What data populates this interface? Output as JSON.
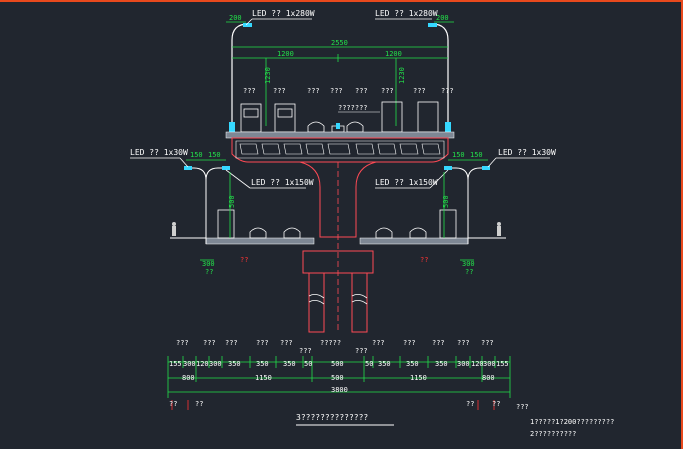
{
  "labels": {
    "led_top_left": "LED ?? 1x280W",
    "led_top_right": "LED ?? 1x280W",
    "led_mid_left": "LED ?? 1x30W",
    "led_mid_right": "LED ?? 1x30W",
    "led_low_left": "LED ?? 1x150W",
    "led_low_right": "LED ?? 1x150W",
    "deck_center": "???????",
    "section_title": "3??????????????",
    "note_line1": "1?????1?200?????????",
    "note_line2": "2??????????",
    "note_mark": "???"
  },
  "upper_dims": {
    "w200_left": "200",
    "w200_right": "200",
    "total": "2550",
    "half_left": "1200",
    "half_right": "1200",
    "h1_left": "1230",
    "h1_right": "1230"
  },
  "side_dims": {
    "left_a": "150",
    "left_b": "150",
    "right_a": "150",
    "right_b": "150",
    "pole_left": "500",
    "pole_right": "500",
    "base_left": "300",
    "base_right": "300"
  },
  "upper_lane_labels": [
    "???",
    "???",
    "???",
    "???",
    "???",
    "???",
    "???",
    "???"
  ],
  "lower_lane_labels": [
    "???",
    "???",
    "???",
    "???",
    "???",
    "???",
    "?????",
    "???",
    "???",
    "???",
    "???",
    "???"
  ],
  "lower_lane_label_mid": "???",
  "red_marks": [
    "??",
    "??"
  ],
  "green_marks": [
    "??",
    "??"
  ],
  "bottom_marks": [
    "??",
    "??",
    "??",
    "??"
  ],
  "dim_row1": [
    "155",
    "300",
    "120",
    "300",
    "350",
    "350",
    "350",
    "50",
    "500",
    "50",
    "350",
    "350",
    "350",
    "300",
    "120",
    "300",
    "155"
  ],
  "dim_row2": [
    "800",
    "1150",
    "500",
    "1150",
    "800"
  ],
  "dim_row3": "3800"
}
